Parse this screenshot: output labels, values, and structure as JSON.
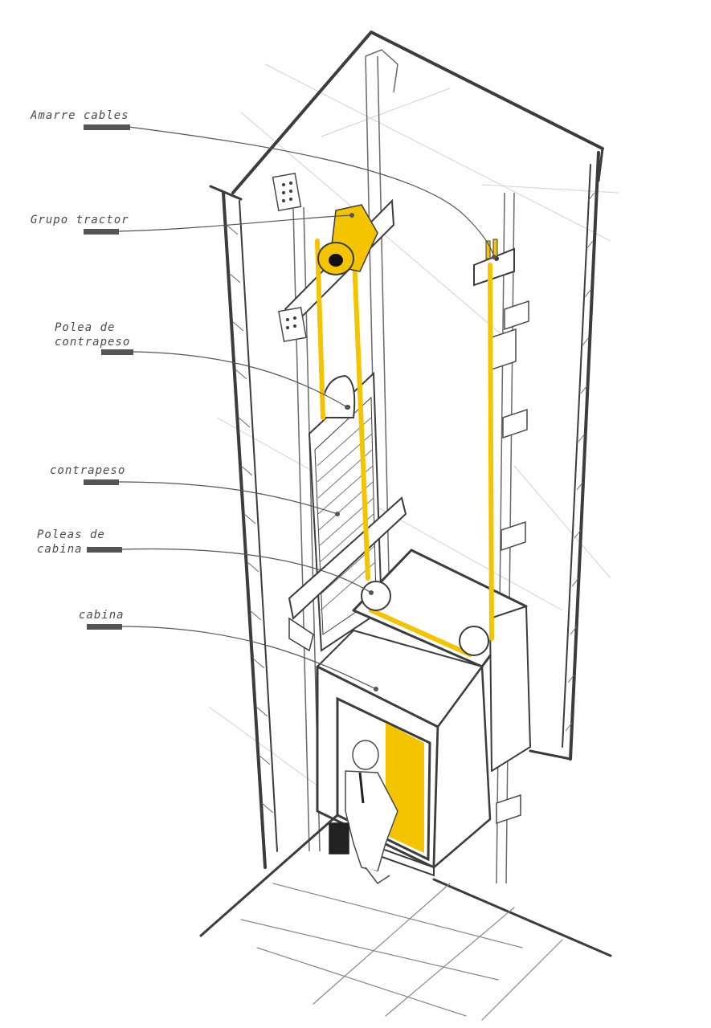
{
  "labels": [
    {
      "id": "amarre-cables",
      "lines": [
        "Amarre cables"
      ]
    },
    {
      "id": "grupo-tractor",
      "lines": [
        "Grupo tractor"
      ]
    },
    {
      "id": "polea-contrapeso",
      "lines": [
        "Polea de",
        "contrapeso"
      ]
    },
    {
      "id": "contrapeso",
      "lines": [
        "contrapeso"
      ]
    },
    {
      "id": "poleas-cabina",
      "lines": [
        "Poleas de",
        "cabina"
      ]
    },
    {
      "id": "cabina",
      "lines": [
        "cabina"
      ]
    }
  ],
  "colors": {
    "accent": "#f5c400",
    "ink": "#3c3c3c",
    "light": "#c8c8c8",
    "label_bar": "#555555"
  }
}
